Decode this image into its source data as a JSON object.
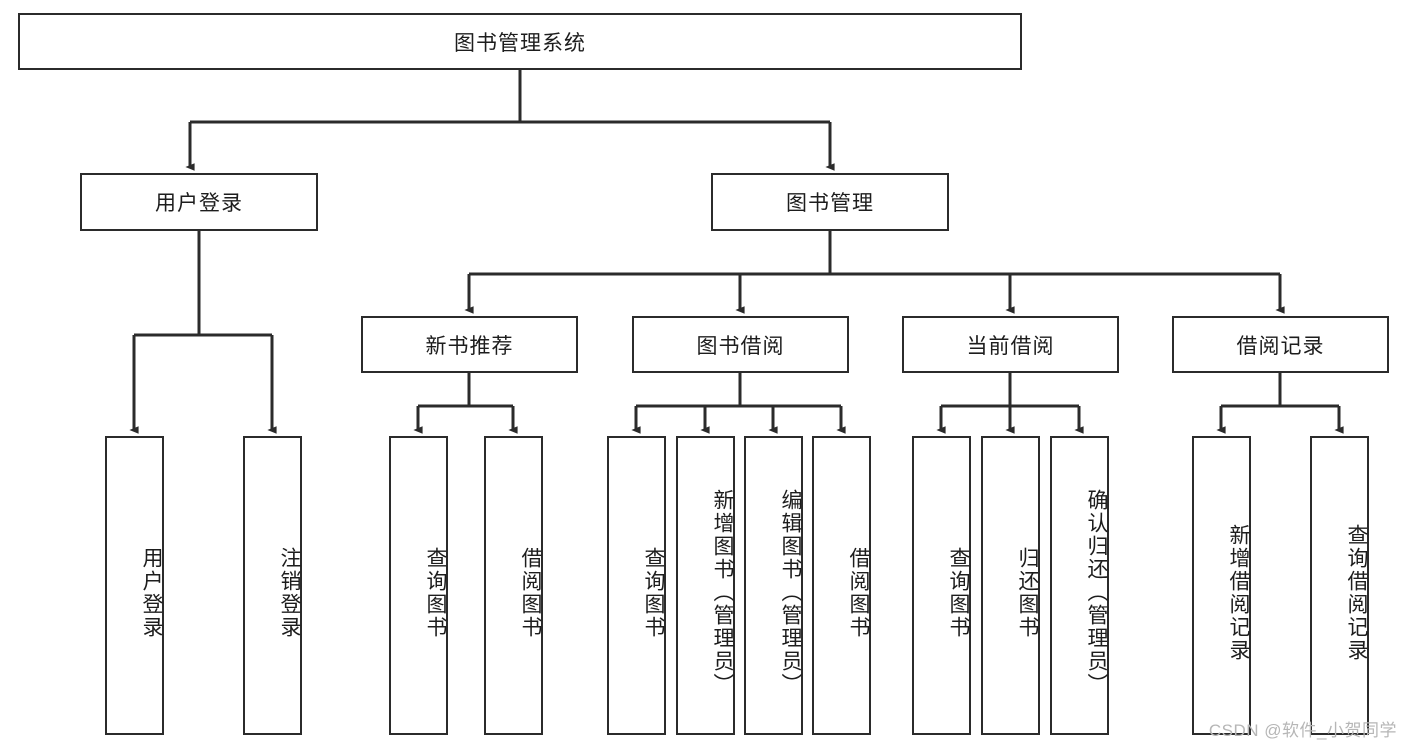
{
  "diagram": {
    "title_node": {
      "label": "图书管理系统"
    },
    "level2": [
      {
        "label": "用户登录"
      },
      {
        "label": "图书管理"
      }
    ],
    "level3": [
      {
        "label": "新书推荐"
      },
      {
        "label": "图书借阅"
      },
      {
        "label": "当前借阅"
      },
      {
        "label": "借阅记录"
      }
    ],
    "leaves": {
      "user_login": [
        {
          "label": "用户登录"
        },
        {
          "label": "注销登录"
        }
      ],
      "new_book_recommend": [
        {
          "label": "查询图书"
        },
        {
          "label": "借阅图书"
        }
      ],
      "book_borrow": [
        {
          "label": "查询图书"
        },
        {
          "label": "新增图书（管理员）"
        },
        {
          "label": "编辑图书（管理员）"
        },
        {
          "label": "借阅图书"
        }
      ],
      "current_borrow": [
        {
          "label": "查询图书"
        },
        {
          "label": "归还图书"
        },
        {
          "label": "确认归还（管理员）"
        }
      ],
      "borrow_record": [
        {
          "label": "新增借阅记录"
        },
        {
          "label": "查询借阅记录"
        }
      ]
    }
  },
  "watermark": {
    "text": "CSDN @软件_小贺同学"
  },
  "colors": {
    "stroke": "#2b2b2b",
    "background": "#ffffff",
    "text": "#1d1d1d",
    "watermark": "#b6b6b6"
  }
}
